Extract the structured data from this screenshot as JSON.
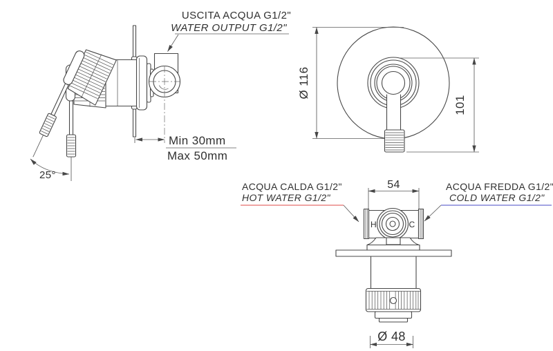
{
  "colors": {
    "line": "#474747",
    "dim_line": "#5a5a5a",
    "text": "#303030",
    "hot": "#df4a45",
    "cold": "#4549c5"
  },
  "side_view": {
    "output_label": {
      "line1": "USCITA ACQUA G1/2\"",
      "line2": "WATER OUTPUT G1/2\""
    },
    "angle_label": "25°",
    "depth": {
      "min": "Min 30mm",
      "max": "Max 50mm"
    }
  },
  "front_view": {
    "diameter_label": "Ø 116",
    "height_label": "101"
  },
  "top_view": {
    "width_label": "54",
    "hot_label": {
      "line1": "ACQUA CALDA G1/2\"",
      "line2": "HOT WATER G1/2\""
    },
    "cold_label": {
      "line1": "ACQUA FREDDA G1/2\"",
      "line2": "COLD WATER G1/2\""
    },
    "hot_mark": "H",
    "cold_mark": "C",
    "knob_diameter_label": "Ø 48"
  }
}
